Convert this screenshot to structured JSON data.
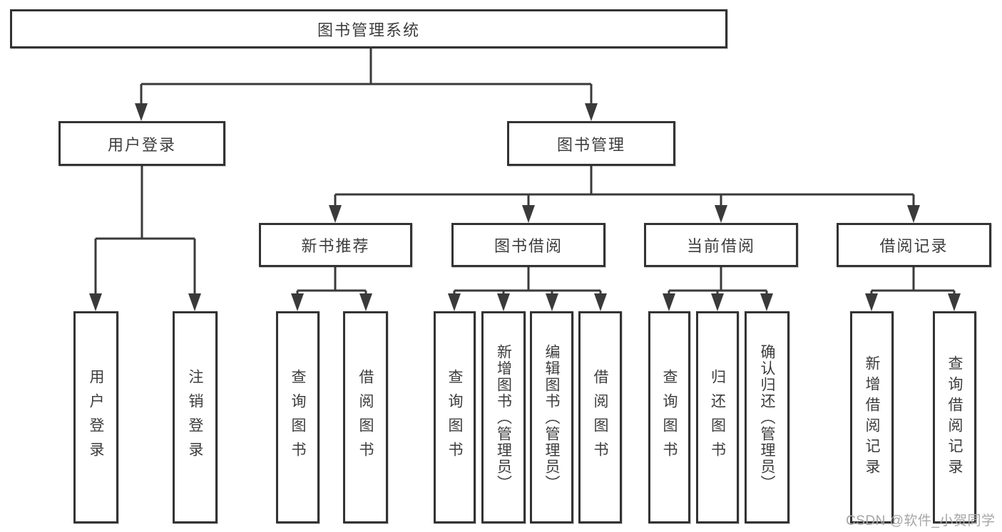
{
  "diagram_title": "图书管理系统",
  "tree": {
    "root": {
      "label": "图书管理系统"
    },
    "children": [
      {
        "label": "用户登录",
        "children": [
          {
            "label": "用户登录"
          },
          {
            "label": "注销登录"
          }
        ]
      },
      {
        "label": "图书管理",
        "children": [
          {
            "label": "新书推荐",
            "children": [
              {
                "label": "查询图书"
              },
              {
                "label": "借阅图书"
              }
            ]
          },
          {
            "label": "图书借阅",
            "children": [
              {
                "label": "查询图书"
              },
              {
                "label": "新增图书（管理员）"
              },
              {
                "label": "编辑图书（管理员）"
              },
              {
                "label": "借阅图书"
              }
            ]
          },
          {
            "label": "当前借阅",
            "children": [
              {
                "label": "查询图书"
              },
              {
                "label": "归还图书"
              },
              {
                "label": "确认归还（管理员）"
              }
            ]
          },
          {
            "label": "借阅记录",
            "children": [
              {
                "label": "新增借阅记录"
              },
              {
                "label": "查询借阅记录"
              }
            ]
          }
        ]
      }
    ]
  },
  "watermark": {
    "text": "CSDN @软件_小贺同学"
  },
  "colors": {
    "line": "#3a3a3a",
    "box_border": "#333333",
    "text": "#3d3d3d",
    "watermark": "#a6a6a6",
    "background": "#ffffff"
  }
}
